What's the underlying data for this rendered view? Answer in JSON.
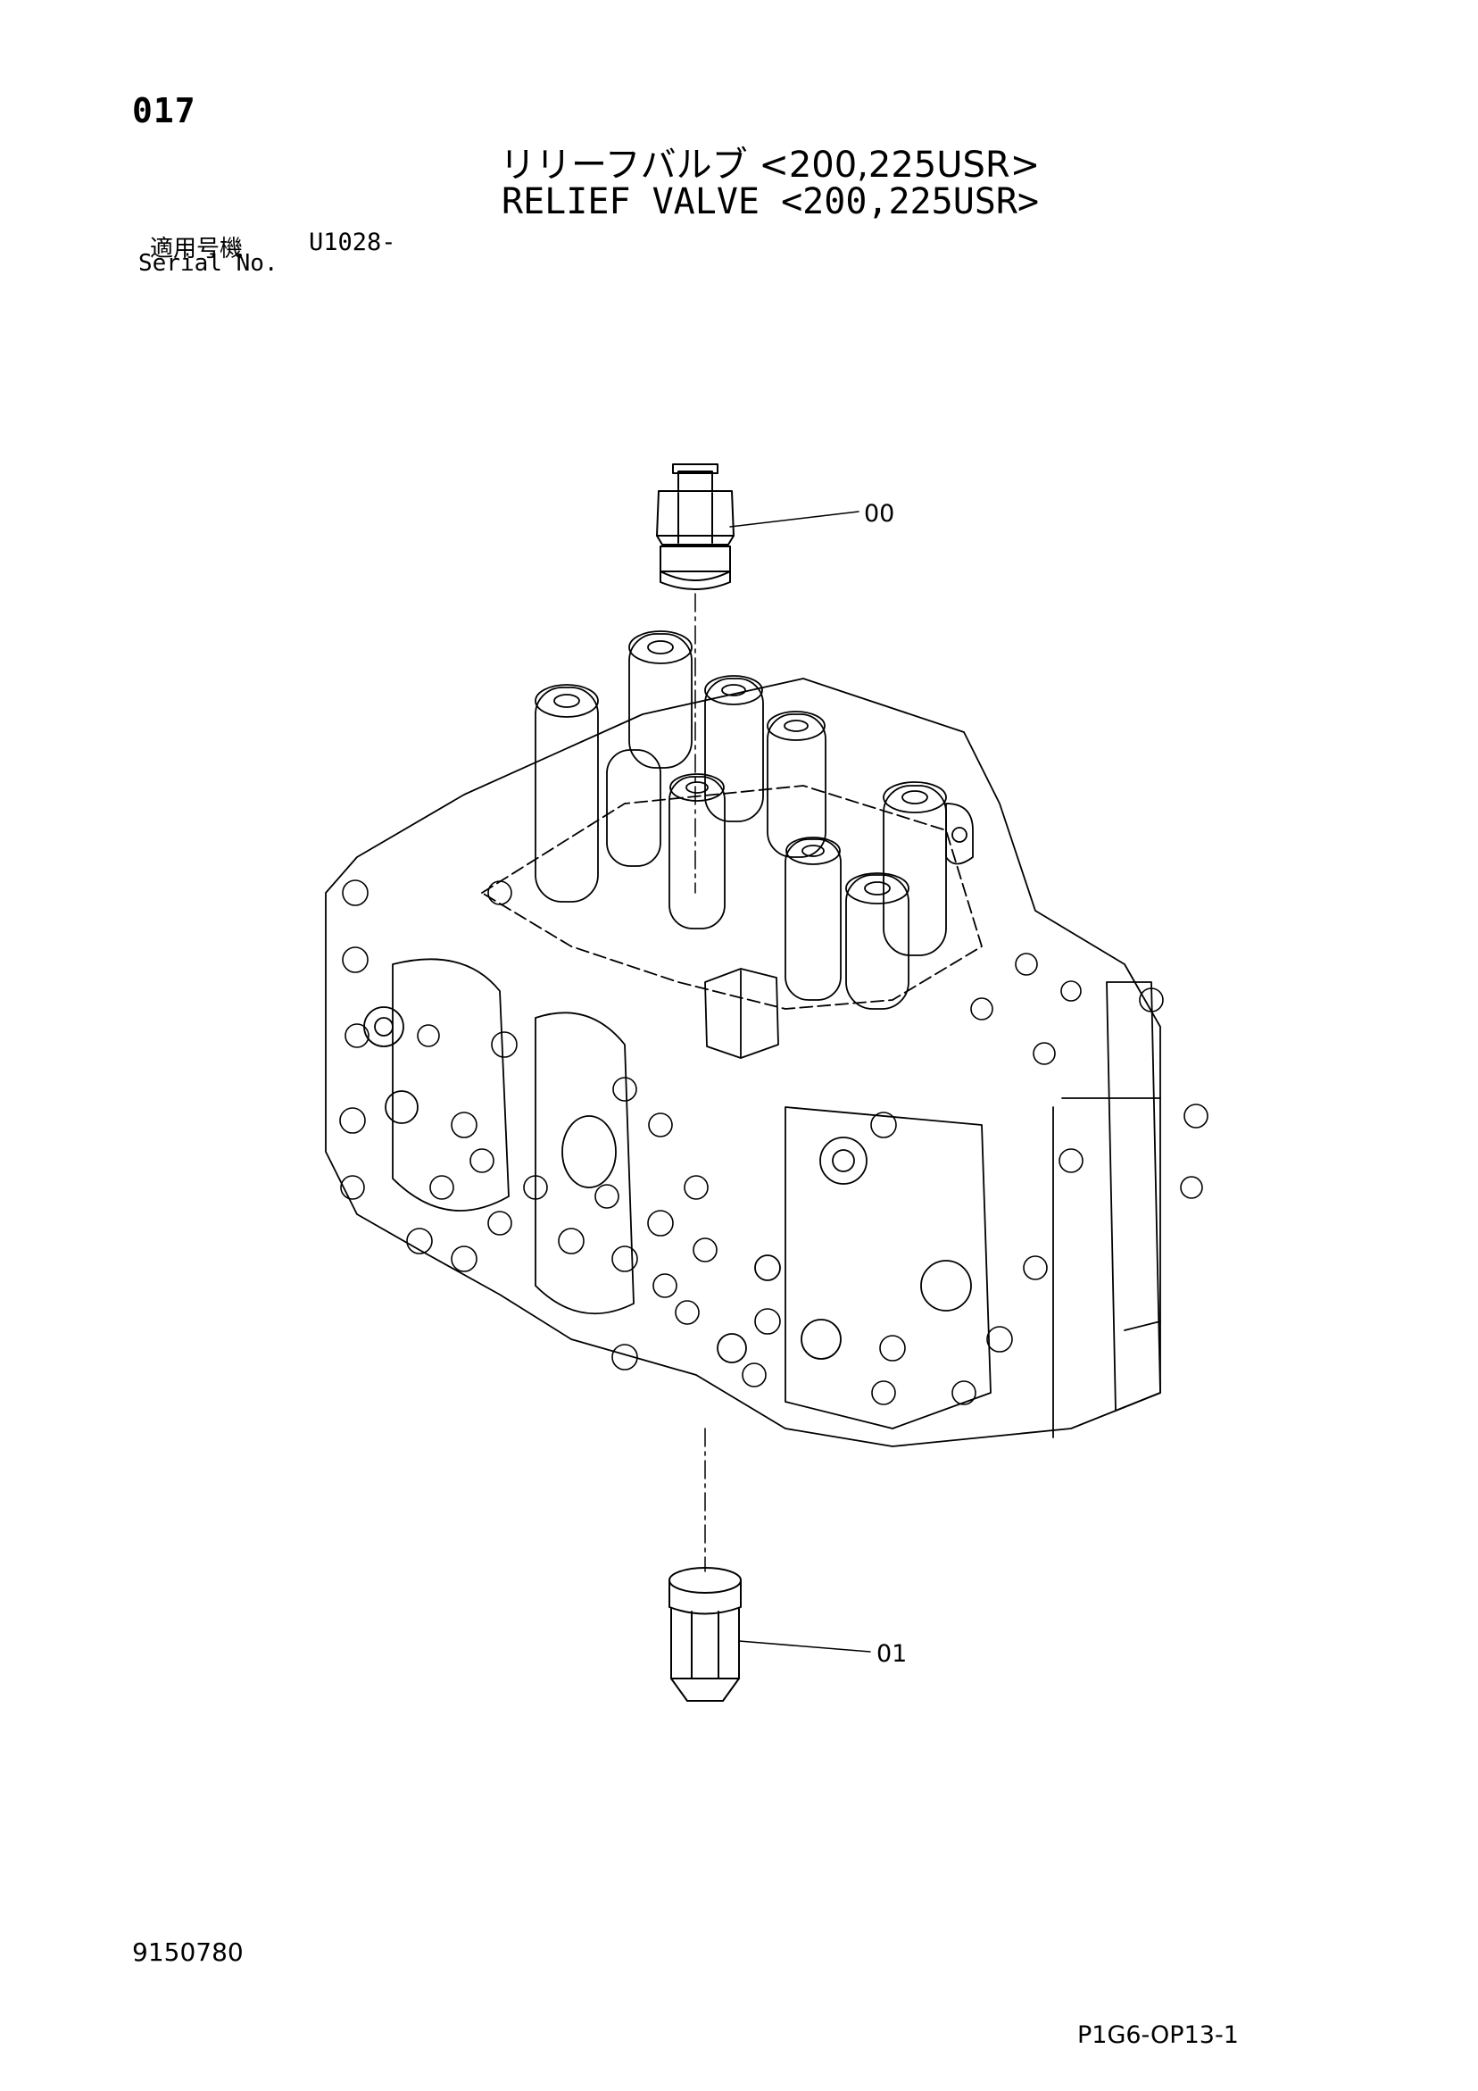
{
  "header": {
    "page_number": "017",
    "title_jp": "リリーフバルブ <200,225USR>",
    "title_en": "RELIEF VALVE <200,225USR>"
  },
  "serial": {
    "label_jp": "適用号機",
    "value": "U1028-",
    "label_en": "Serial No."
  },
  "callouts": {
    "part_00": "00",
    "part_01": "01"
  },
  "footer": {
    "doc_number": "9150780",
    "page_code": "P1G6-OP13-1"
  }
}
